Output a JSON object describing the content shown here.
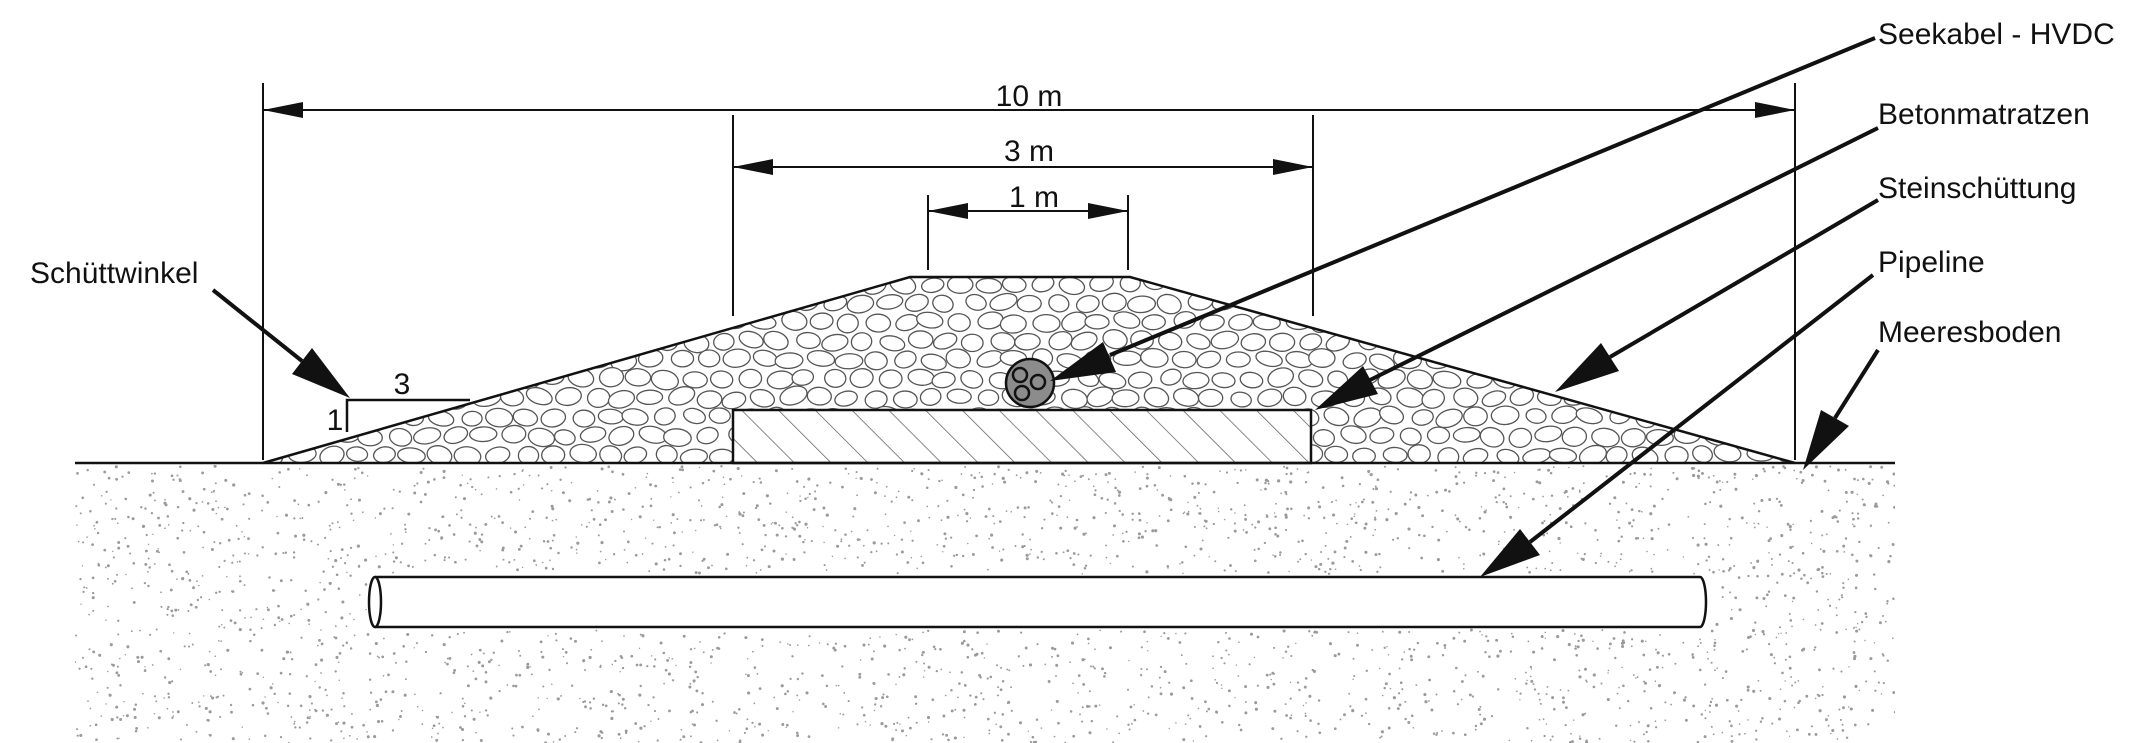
{
  "title": "Cross section of a seabed pipeline crossing",
  "labels": {
    "cable": "Seekabel - HVDC",
    "mattress": "Betonmatratzen",
    "rock": "Steinschüttung",
    "pipeline": "Pipeline",
    "seabed": "Meeresboden",
    "angle": "Schüttwinkel"
  },
  "dimensions": {
    "total_width": "10 m",
    "mattress_width": "3 m",
    "crest_width": "1 m"
  },
  "slope": {
    "run": "3",
    "rise": "1"
  },
  "colors": {
    "line": "#111111",
    "cable_fill": "#8c8c8c",
    "stone": "#555555",
    "sand_dots": "#9a9a9a"
  }
}
